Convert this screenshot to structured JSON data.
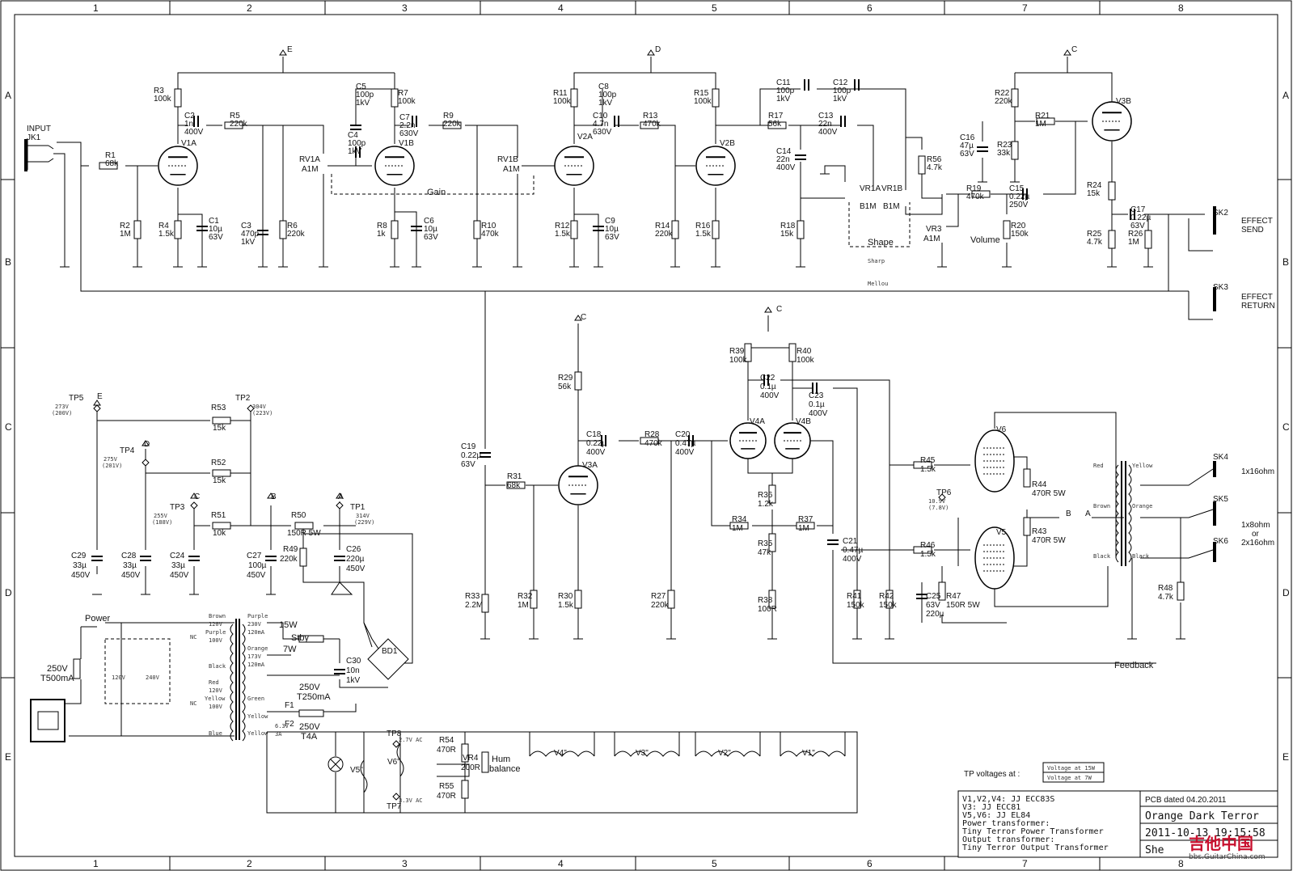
{
  "grid": {
    "cols": [
      "1",
      "2",
      "3",
      "4",
      "5",
      "6",
      "7",
      "8"
    ],
    "rows": [
      "A",
      "B",
      "C",
      "D",
      "E"
    ]
  },
  "connectors": {
    "input": "INPUT",
    "jk1": "JK1",
    "sk2": "SK2",
    "send": [
      "EFFECT",
      "SEND"
    ],
    "sk3": "SK3",
    "ret": [
      "EFFECT",
      "RETURN"
    ],
    "sk4": "SK4",
    "sk4l": "1x16ohm",
    "sk5": "SK5",
    "sk5l": [
      "1x8ohm",
      "or",
      "2x16ohm"
    ],
    "sk6": "SK6"
  },
  "rails": {
    "E": "E",
    "D": "D",
    "C": "C",
    "B": "B",
    "A": "A"
  },
  "tubes": {
    "v1a": "V1A",
    "v1b": "V1B",
    "v2a": "V2A",
    "v2b": "V2B",
    "v3a": "V3A",
    "v3b": "V3B",
    "v4a": "V4A",
    "v4b": "V4B",
    "v5": "V5",
    "v6": "V6"
  },
  "components": [
    [
      "R3",
      "100k"
    ],
    [
      "C2",
      "1n",
      "400V"
    ],
    [
      "R5",
      "220k"
    ],
    [
      "C5",
      "100p",
      "1kV"
    ],
    [
      "R7",
      "100k"
    ],
    [
      "C7",
      "2.2n",
      "630V"
    ],
    [
      "R9",
      "220k"
    ],
    [
      "R11",
      "100k"
    ],
    [
      "C8",
      "100p",
      "1kV"
    ],
    [
      "C10",
      "4.7n",
      "630V"
    ],
    [
      "R13",
      "470k"
    ],
    [
      "R15",
      "100k"
    ],
    [
      "C11",
      "100p",
      "1kV"
    ],
    [
      "C12",
      "100p",
      "1kV"
    ],
    [
      "R17",
      "56k"
    ],
    [
      "C13",
      "22n",
      "400V"
    ],
    [
      "R22",
      "220k"
    ],
    [
      "R21",
      "1M"
    ],
    [
      "C16",
      "47µ",
      "63V"
    ],
    [
      "R23",
      "33k"
    ],
    [
      "R1",
      "68k"
    ],
    [
      "R2",
      "1M"
    ],
    [
      "R4",
      "1.5k"
    ],
    [
      "C1",
      "10µ",
      "63V"
    ],
    [
      "C3",
      "470p",
      "1kV"
    ],
    [
      "R6",
      "220k"
    ],
    [
      "C4",
      "100p",
      "1kV"
    ],
    [
      "R8",
      "1k"
    ],
    [
      "C6",
      "10µ",
      "63V"
    ],
    [
      "R10",
      "470k"
    ],
    [
      "R12",
      "1.5k"
    ],
    [
      "C9",
      "10µ",
      "63V"
    ],
    [
      "R14",
      "220k"
    ],
    [
      "R16",
      "1.5k"
    ],
    [
      "C14",
      "22n",
      "400V"
    ],
    [
      "R18",
      "15k"
    ],
    [
      "R56",
      "4.7k"
    ],
    [
      "R19",
      "470k"
    ],
    [
      "C15",
      "0.22µ",
      "250V"
    ],
    [
      "R20",
      "150k"
    ],
    [
      "R24",
      "15k"
    ],
    [
      "C17",
      "0.22µ",
      "63V"
    ],
    [
      "R25",
      "4.7k"
    ],
    [
      "R26",
      "1M"
    ]
  ],
  "pots": {
    "rv1a": [
      "RV1A",
      "A1M"
    ],
    "rv1b": [
      "RV1B",
      "A1M"
    ],
    "gain": "Gain",
    "vr1a": [
      "VR1A",
      "B1M"
    ],
    "vr1b": [
      "VR1B",
      "B1M"
    ],
    "shape": "Shape",
    "sharp": "Sharp",
    "mellow": "Mellou",
    "vr3": [
      "VR3",
      "A1M"
    ],
    "volume": "Volume"
  },
  "power": {
    "tp5": "TP5",
    "tp5v": [
      "273V",
      "(200V)"
    ],
    "r53": [
      "R53",
      "15k"
    ],
    "tp2": "TP2",
    "tp2v": [
      "304V",
      "(223V)"
    ],
    "tp4": "TP4",
    "tp4v": [
      "275V",
      "(201V)"
    ],
    "r52": [
      "R52",
      "15k"
    ],
    "tp3": "TP3",
    "tp3v": [
      "255V",
      "(188V)"
    ],
    "r51": [
      "R51",
      "10k"
    ],
    "r50": [
      "R50",
      "150R 5W"
    ],
    "tp1": "TP1",
    "tp1v": [
      "314V",
      "(229V)"
    ],
    "c29": [
      "C29",
      "33µ",
      "450V"
    ],
    "c28": [
      "C28",
      "33µ",
      "450V"
    ],
    "c24": [
      "C24",
      "33µ",
      "450V"
    ],
    "c27": [
      "C27",
      "100µ",
      "450V"
    ],
    "r49": [
      "R49",
      "220k"
    ],
    "c26": [
      "C26",
      "220µ",
      "450V"
    ],
    "powerlbl": "Power",
    "fuse1": [
      "250V",
      "T500mA"
    ],
    "c30": [
      "C30",
      "10n",
      "1kV"
    ],
    "bd1": "BD1",
    "f1": [
      "F1",
      "250V",
      "T250mA"
    ],
    "f2": [
      "F2",
      "250V",
      "T4A"
    ],
    "stby": "Stby",
    "w15": "15W",
    "w7": "7W",
    "sel120": "120V",
    "sel240": "240V",
    "prim": [
      "Brown",
      "120V",
      "NC",
      "Purple",
      "100V",
      "Black",
      "Red",
      "120V",
      "NC",
      "Yellow",
      "100V",
      "Blue"
    ],
    "sec": [
      "Purple",
      "230V",
      "120mA",
      "Orange",
      "173V",
      "120mA",
      "Green",
      "Yellow",
      "6.3V",
      "3A",
      "Yellow"
    ]
  },
  "heater": {
    "tp8": "TP8",
    "tp8v": "2.7V AC",
    "tp7": "TP7",
    "tp7v": "3.3V AC",
    "r54": [
      "R54",
      "470R"
    ],
    "r55": [
      "R55",
      "470R"
    ],
    "vr4": [
      "VR4",
      "200R"
    ],
    "hum": [
      "Hum",
      "balance"
    ],
    "v5p": "V5\"",
    "v6p": "V6\"",
    "v4p": "V4\"",
    "v3p": "V3\"",
    "v2p": "V2\"",
    "v1p": "V1\""
  },
  "poweramp": {
    "r29": [
      "R29",
      "56k"
    ],
    "c19": [
      "C19",
      "0.22µ",
      "63V"
    ],
    "r31": [
      "R31",
      "68k"
    ],
    "c18": [
      "C18",
      "0.22µ",
      "400V"
    ],
    "r28": [
      "R28",
      "470k"
    ],
    "c20": [
      "C20",
      "0.47µ",
      "400V"
    ],
    "r33": [
      "R33",
      "2.2M"
    ],
    "r32": [
      "R32",
      "1M"
    ],
    "r30": [
      "R30",
      "1.5k"
    ],
    "r27": [
      "R27",
      "220k"
    ],
    "r39": [
      "R39",
      "100k"
    ],
    "r40": [
      "R40",
      "100k"
    ],
    "c22": [
      "C22",
      "0.1µ",
      "400V"
    ],
    "c23": [
      "C23",
      "0.1µ",
      "400V"
    ],
    "r36": [
      "R36",
      "1.2k"
    ],
    "r34": [
      "R34",
      "1M"
    ],
    "r37": [
      "R37",
      "1M"
    ],
    "r35": [
      "R35",
      "47k"
    ],
    "r38": [
      "R38",
      "100R"
    ],
    "c21": [
      "C21",
      "0.47µ",
      "400V"
    ],
    "r41": [
      "R41",
      "150k"
    ],
    "r42": [
      "R42",
      "150k"
    ],
    "r45": [
      "R45",
      "1.5k"
    ],
    "r46": [
      "R46",
      "1.5k"
    ],
    "r44": [
      "R44",
      "470R 5W"
    ],
    "r43": [
      "R43",
      "470R 5W"
    ],
    "tp6": "TP6",
    "tp6v": [
      "10.9V",
      "(7.8V)"
    ],
    "c25": [
      "C25",
      "63V",
      "220µ"
    ],
    "r47": [
      "R47",
      "150R 5W"
    ],
    "r48": [
      "R48",
      "4.7k"
    ],
    "feedback": "Feedback",
    "otl": [
      "Red",
      "Brown",
      "Black"
    ],
    "otr": [
      "Yellow",
      "Orange",
      "Black"
    ]
  },
  "tpnote": {
    "label": "TP voltages at :",
    "l1": "Voltage at 15W",
    "l2": "Voltage at 7W"
  },
  "titleblock": {
    "l1": "V1,V2,V4: JJ ECC83S",
    "l2": "V3: JJ ECC81",
    "l3": "V5,V6: JJ EL84",
    "l4": "Power transformer:",
    "l5": "Tiny Terror Power Transformer",
    "l6": "Output transformer:",
    "l7": "Tiny Terror Output Transformer",
    "pcb": "PCB dated 04.20.2011",
    "name": "Orange Dark Terror",
    "date": "2011-10-13 19:15:58",
    "sheet": "She",
    "watermark": "吉他中国",
    "wmurl": "bbs.GuitarChina.com"
  }
}
